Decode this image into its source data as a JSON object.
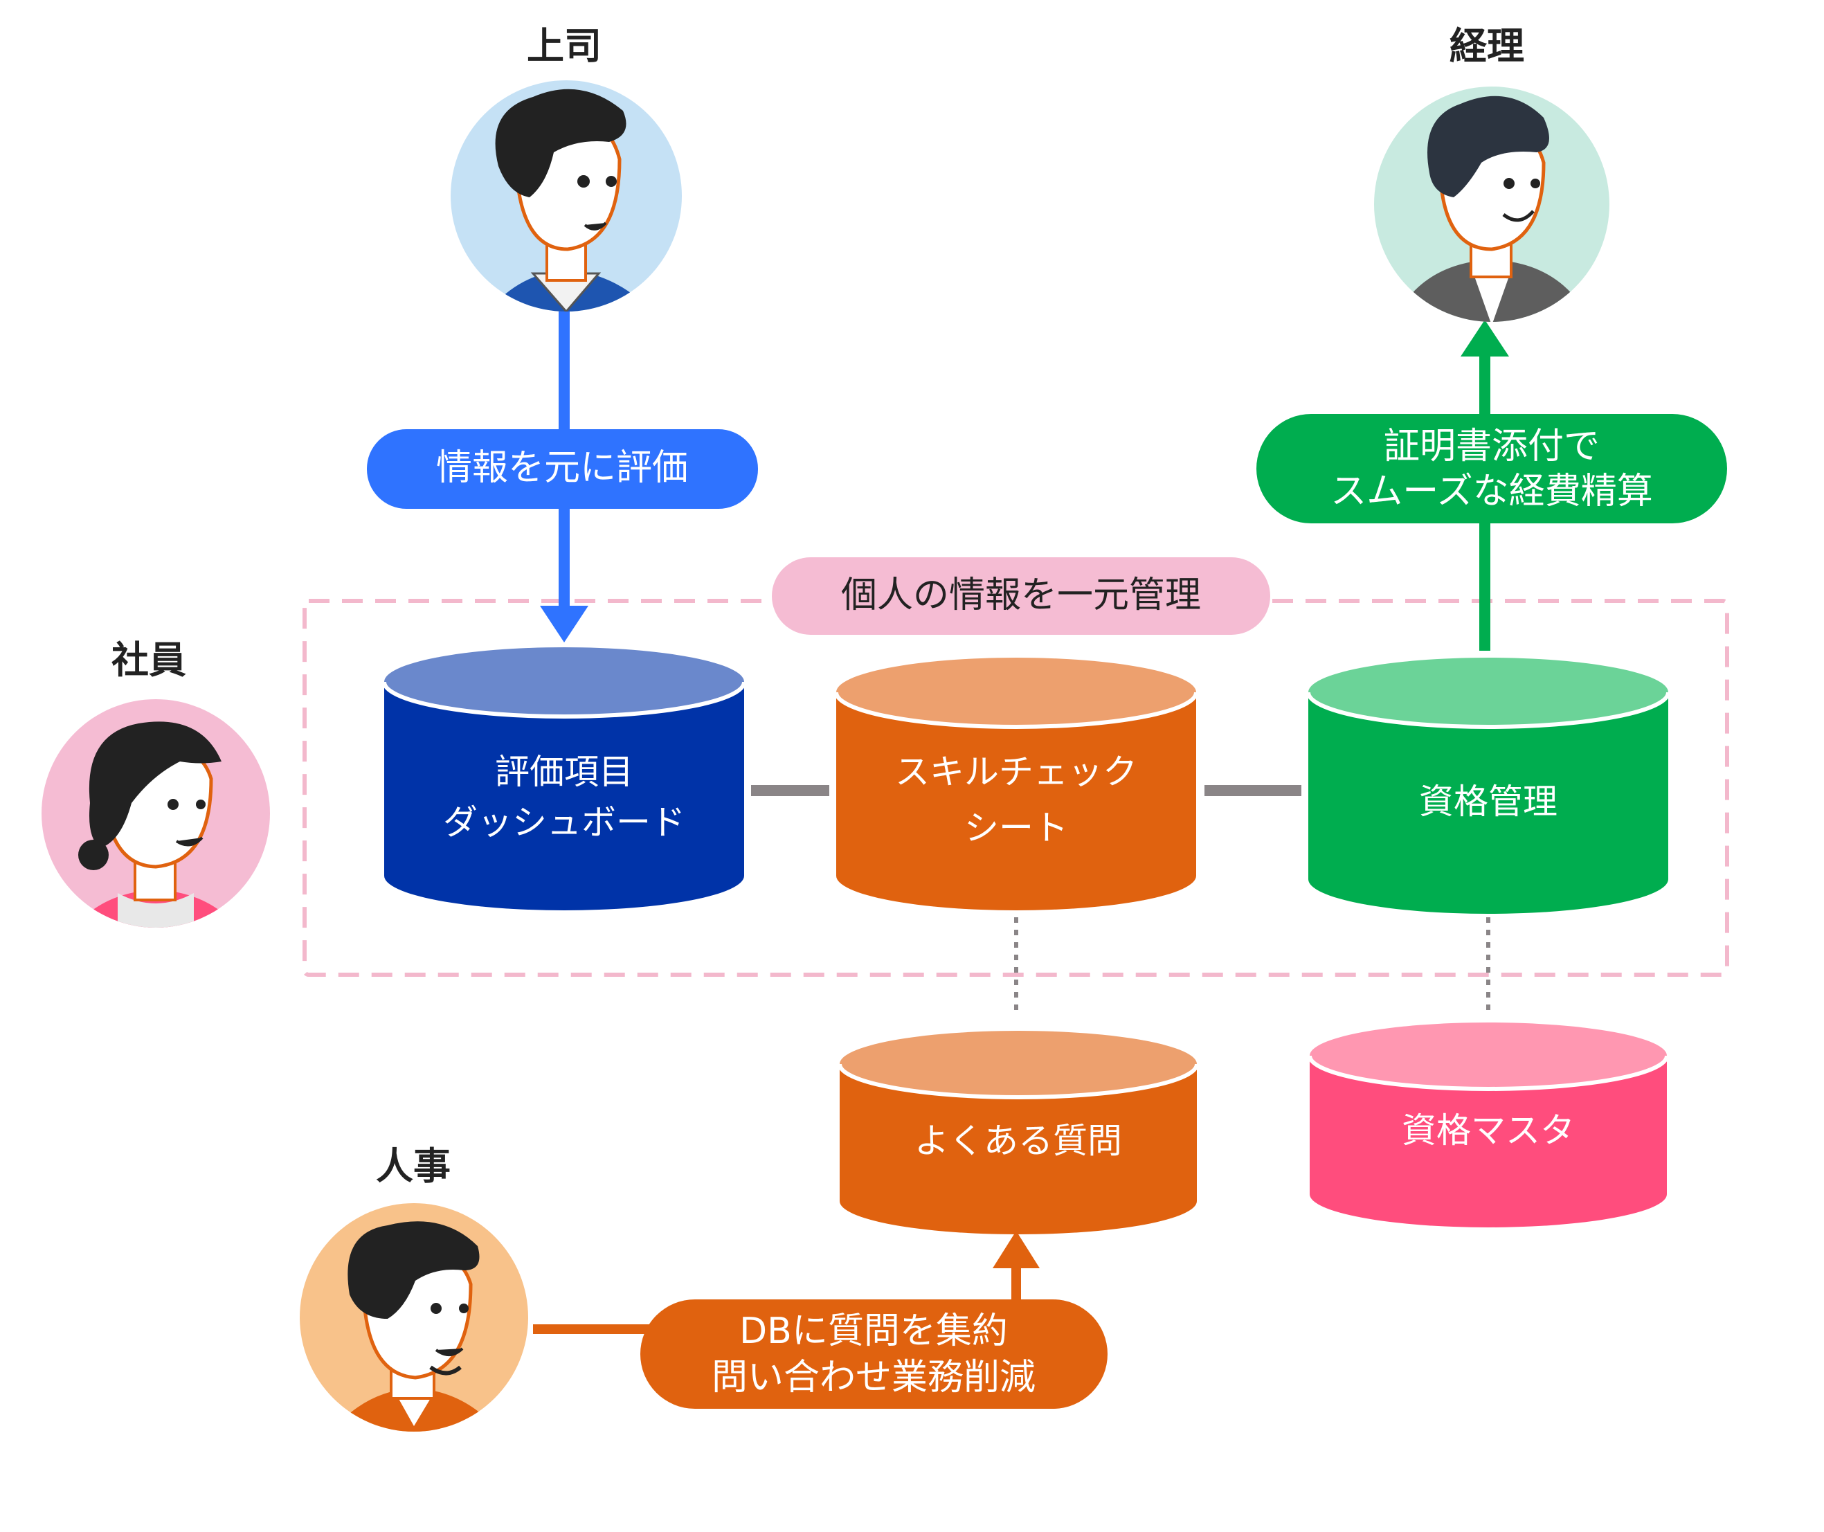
{
  "people": {
    "boss": {
      "label": "上司",
      "bg_color": "#c5e1f5"
    },
    "accounting": {
      "label": "経理",
      "bg_color": "#c8eae0"
    },
    "employee": {
      "label": "社員",
      "bg_color": "#f5bcd3"
    },
    "hr": {
      "label": "人事",
      "bg_color": "#f8c28a"
    }
  },
  "pills": {
    "evaluate": {
      "line1": "情報を元に評価",
      "color": "#2f73ff"
    },
    "central": {
      "line1": "個人の情報を一元管理",
      "color": "#f5bcd3"
    },
    "expense": {
      "line1": "証明書添付で",
      "line2": "スムーズな経費精算",
      "color": "#00ad4f"
    },
    "faq": {
      "line1": "DBに質問を集約",
      "line2": "問い合わせ業務削減",
      "color": "#e0620f"
    }
  },
  "databases": {
    "evaluation": {
      "line1": "評価項目",
      "line2": "ダッシュボード",
      "body_color": "#0033a8",
      "top_color": "#6a88cc"
    },
    "skill": {
      "line1": "スキルチェック",
      "line2": "シート",
      "body_color": "#e0620f",
      "top_color": "#eda06e"
    },
    "qualification": {
      "line1": "資格管理",
      "body_color": "#00ad4f",
      "top_color": "#6bd398"
    },
    "faq": {
      "line1": "よくある質問",
      "body_color": "#e0620f",
      "top_color": "#eda06e"
    },
    "master": {
      "line1": "資格マスタ",
      "body_color": "#ff4d7d",
      "top_color": "#ff97b1"
    }
  },
  "colors": {
    "dashed_frame": "#f3b8cc",
    "connector": "#8a8587",
    "dotted": "#8a8587",
    "skin": "#ffffff",
    "hair": "#222222",
    "outline_accent": "#e0620f"
  }
}
